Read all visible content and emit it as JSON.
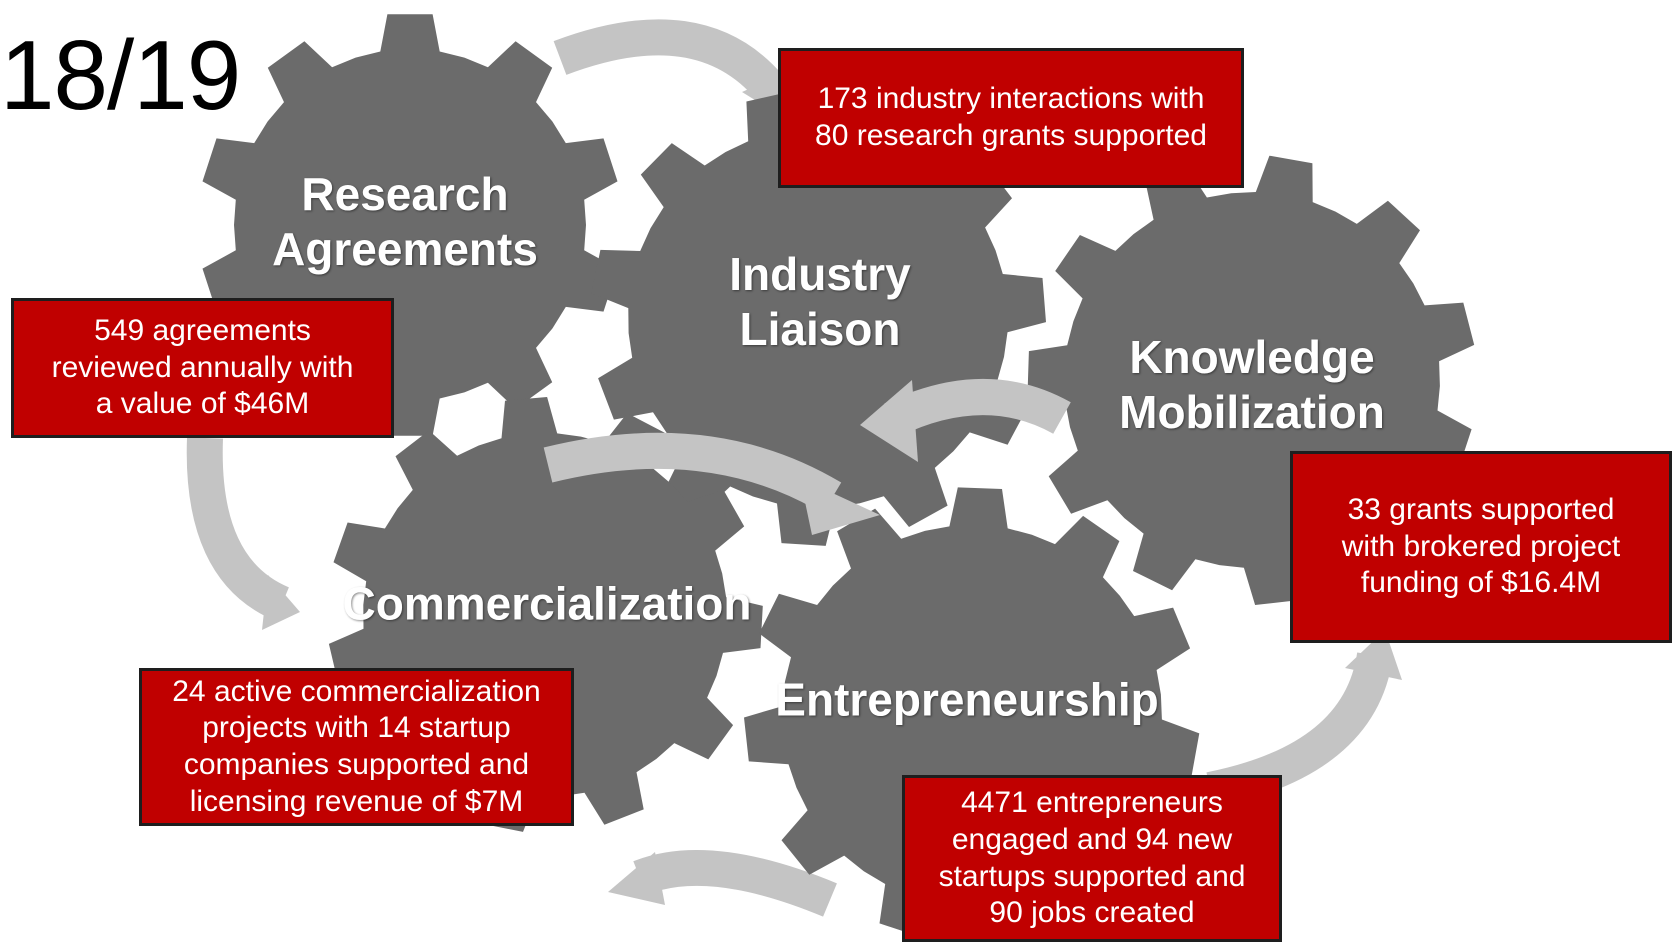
{
  "year": "18/19",
  "gears": [
    {
      "id": "research-agreements",
      "label": "Research\nAgreements"
    },
    {
      "id": "industry-liaison",
      "label": "Industry\nLiaison"
    },
    {
      "id": "knowledge-mobilization",
      "label": "Knowledge\nMobilization"
    },
    {
      "id": "commercialization",
      "label": "Commercialization"
    },
    {
      "id": "entrepreneurship",
      "label": "Entrepreneurship"
    }
  ],
  "stats": {
    "industry": "173 industry interactions with\n80 research grants supported",
    "agreements": "549 agreements\nreviewed annually with\na value of $46M",
    "knowledge": "33 grants supported\nwith brokered project\nfunding of $16.4M",
    "commercialization": "24 active commercialization\nprojects with 14 startup\ncompanies supported and\nlicensing revenue of $7M",
    "entrepreneurship": "4471 entrepreneurs\nengaged and 94 new\nstartups supported and\n90 jobs created"
  },
  "colors": {
    "gear": "#6b6b6b",
    "arrow": "#c4c4c4",
    "box": "#c00000",
    "box_border": "#1e1e1e"
  }
}
